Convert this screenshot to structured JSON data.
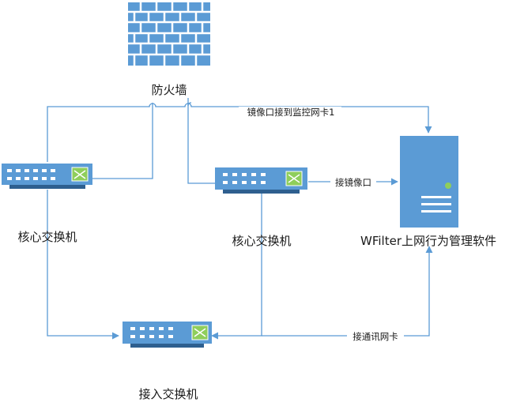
{
  "labels": {
    "firewall": "防火墙",
    "core_switch_left": "核心交换机",
    "core_switch_mid": "核心交换机",
    "access_switch": "接入交换机",
    "server": "WFilter上网行为管理软件",
    "mirror_to_monitor_nic": "镜像口接到监控网卡1",
    "connect_mirror_port": "接镜像口",
    "connect_comm_nic": "接通讯网卡"
  },
  "colors": {
    "line": "#5b9bd5",
    "device_fill": "#5b9bd5",
    "device_dark": "#2e5f8f",
    "brick_fill": "#5b9bd5",
    "mortar": "#ffffff",
    "switch_icon_bg": "#8fce5b"
  }
}
